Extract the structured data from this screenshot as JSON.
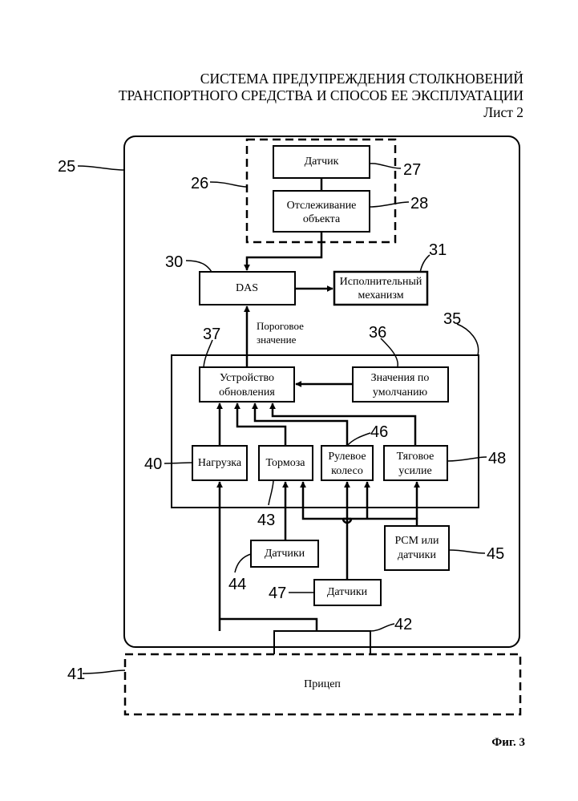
{
  "header": {
    "title_line1": "СИСТЕМА ПРЕДУПРЕЖДЕНИЯ СТОЛКНОВЕНИЙ",
    "title_line2": "ТРАНСПОРТНОГО СРЕДСТВА И СПОСОБ ЕЕ ЭКСПЛУАТАЦИИ",
    "sheet": "Лист 2"
  },
  "figure_label": "Фиг. 3",
  "blocks": {
    "sensor": "Датчик",
    "tracking_1": "Отслеживание",
    "tracking_2": "объекта",
    "das": "DAS",
    "actuator_1": "Исполнительный",
    "actuator_2": "механизм",
    "update_1": "Устройство",
    "update_2": "обновления",
    "defaults_1": "Значения по",
    "defaults_2": "умолчанию",
    "load": "Нагрузка",
    "brakes": "Тормоза",
    "wheel_1": "Рулевое",
    "wheel_2": "колесо",
    "traction_1": "Тяговое",
    "traction_2": "усилие",
    "pcm_1": "PCM или",
    "pcm_2": "датчики",
    "sensors_a": "Датчики",
    "sensors_b": "Датчики",
    "trailer": "Прицеп"
  },
  "threshold_1": "Пороговое",
  "threshold_2": "значение",
  "refs": {
    "r25": "25",
    "r26": "26",
    "r27": "27",
    "r28": "28",
    "r30": "30",
    "r31": "31",
    "r35": "35",
    "r36": "36",
    "r37": "37",
    "r40": "40",
    "r41": "41",
    "r42": "42",
    "r43": "43",
    "r44": "44",
    "r45": "45",
    "r46": "46",
    "r47": "47",
    "r48": "48"
  }
}
